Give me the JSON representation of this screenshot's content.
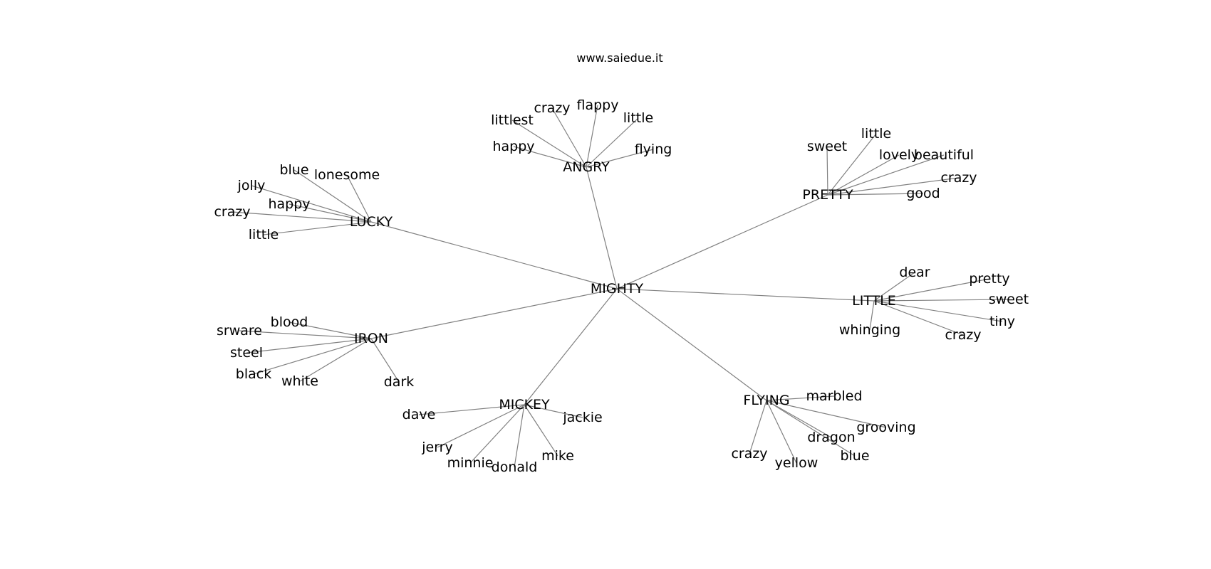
{
  "title": "www.saiedue.it",
  "colors": {
    "edge": "#808080",
    "text": "#000000",
    "background": "#ffffff"
  },
  "graph": {
    "root": "MIGHTY",
    "clusters": [
      {
        "hub": "ANGRY",
        "leaves": [
          "crazy",
          "flappy",
          "littlest",
          "little",
          "happy",
          "flying"
        ]
      },
      {
        "hub": "LUCKY",
        "leaves": [
          "blue",
          "lonesome",
          "jolly",
          "happy",
          "crazy",
          "little"
        ]
      },
      {
        "hub": "PRETTY",
        "leaves": [
          "sweet",
          "little",
          "lovely",
          "beautiful",
          "crazy",
          "good"
        ]
      },
      {
        "hub": "LITTLE",
        "leaves": [
          "dear",
          "pretty",
          "sweet",
          "tiny",
          "whinging",
          "crazy"
        ]
      },
      {
        "hub": "IRON",
        "leaves": [
          "blood",
          "srware",
          "steel",
          "black",
          "white",
          "dark"
        ]
      },
      {
        "hub": "MICKEY",
        "leaves": [
          "dave",
          "jackie",
          "jerry",
          "minnie",
          "donald",
          "mike"
        ]
      },
      {
        "hub": "FLYING",
        "leaves": [
          "marbled",
          "grooving",
          "dragon",
          "crazy",
          "yellow",
          "blue"
        ]
      }
    ]
  }
}
